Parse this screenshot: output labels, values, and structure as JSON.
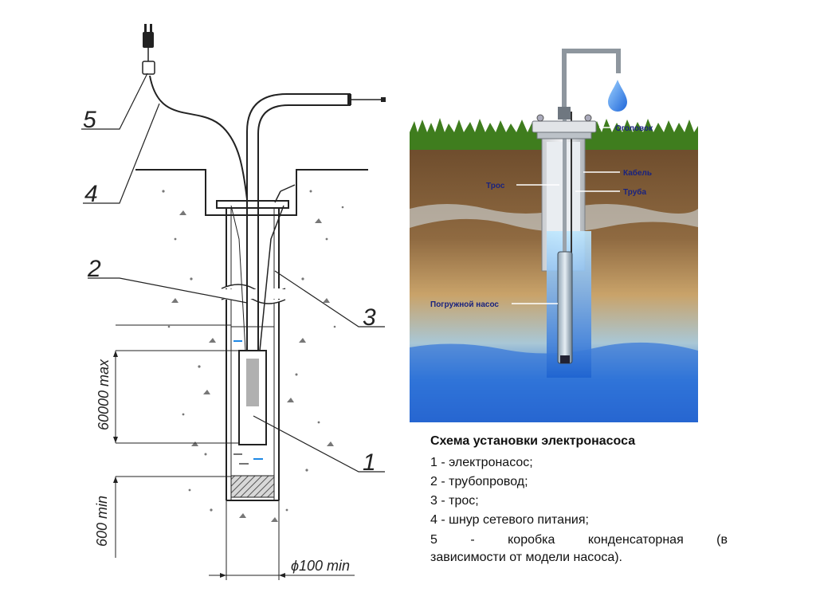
{
  "schematic": {
    "callouts": [
      "5",
      "4",
      "2",
      "3",
      "1"
    ],
    "dim_depth": "60000 max",
    "dim_bottom": "600 min",
    "dim_diameter": "ϕ100 min"
  },
  "illustration": {
    "labels": {
      "head": "Оголовок",
      "cable": "Кабель",
      "rope": "Трос",
      "pipe": "Труба",
      "pump": "Погружной насос"
    },
    "icons": [
      "water-drop-icon"
    ],
    "colors": {
      "grass": "#3f7d1e",
      "soil": "#8a6a3f",
      "water": "#2f6fd6",
      "label": "#1a237e"
    }
  },
  "legend": {
    "title": "Схема установки электронасоса",
    "items": [
      "1 - электронасос;",
      "2 - трубопровод;",
      "3 - трос;",
      "4 - шнур сетевого питания;"
    ],
    "item5_line1": "5 - коробка конденсаторная (в",
    "item5_line2": "зависимости от модели насоса)."
  }
}
